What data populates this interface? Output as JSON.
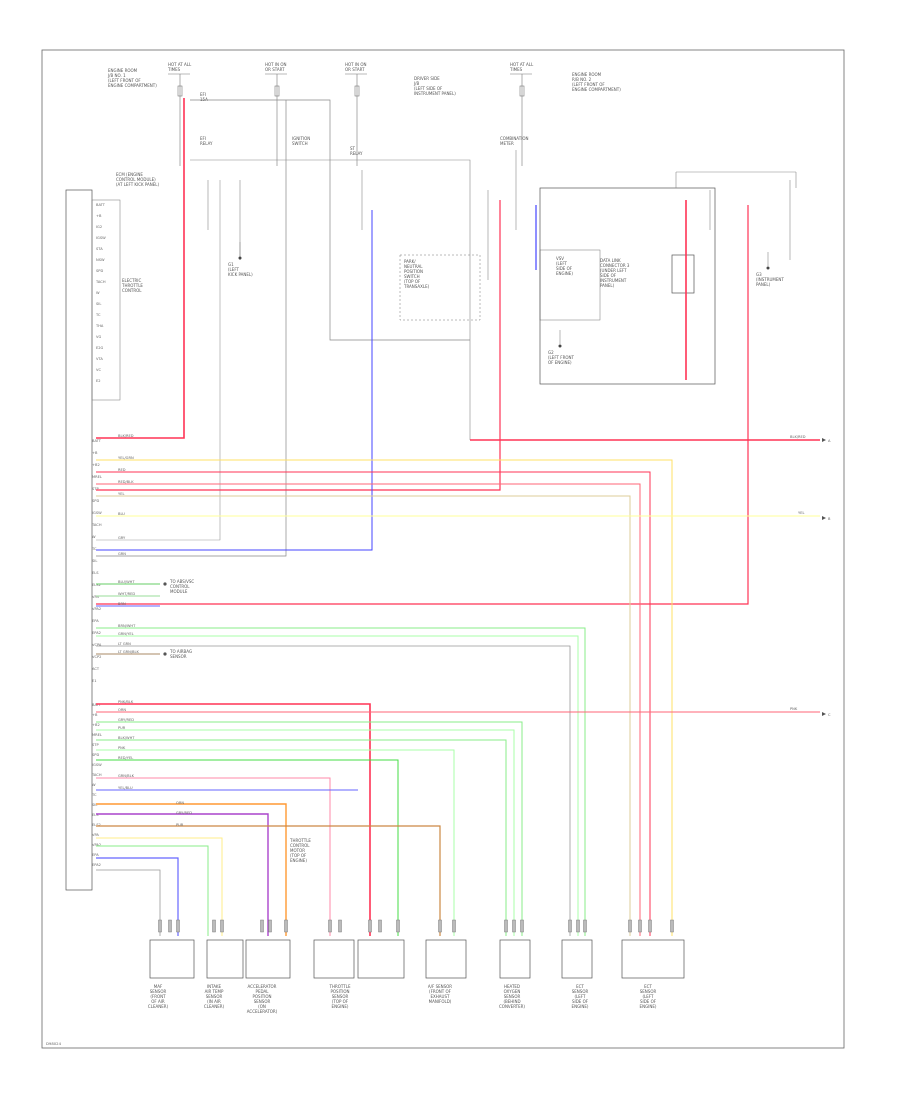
{
  "diagram": {
    "ecm_label": [
      "ECM (ENGINE",
      "CONTROL MODULE)",
      "(AT LEFT KICK PANEL)"
    ],
    "ecm_pins": [
      "BATT",
      "+B",
      "+B2",
      "MREL",
      "STP",
      "SPD",
      "IGSW",
      "TACH",
      "W",
      "TC",
      "SIL",
      "ELS",
      "ELS2",
      "VPA",
      "VPA2",
      "EPA",
      "EPA2",
      "VCPA",
      "VCP2",
      "ACT",
      "E1"
    ],
    "top_pins": [
      "BATT",
      "+B",
      "IG2",
      "IGSW",
      "STA",
      "NSW",
      "SPD",
      "TACH",
      "W",
      "SIL",
      "TC",
      "THA",
      "VG",
      "E2G",
      "VTA",
      "VC",
      "E2"
    ],
    "ecm_right_text": [
      "ELECTRIC",
      "THROTTLE",
      "CONTROL"
    ],
    "fuse_boxes": [
      {
        "id": "fb1",
        "lines": [
          "HOT AT ALL",
          "TIMES"
        ]
      },
      {
        "id": "fb2",
        "lines": [
          "HOT IN ON",
          "OR START"
        ]
      },
      {
        "id": "fb3",
        "lines": [
          "HOT IN ON",
          "OR START"
        ]
      },
      {
        "id": "fb4",
        "lines": [
          "HOT AT ALL",
          "TIMES"
        ]
      }
    ],
    "fuse_notes": [
      [
        "ENGINE ROOM",
        "J/B NO. 1",
        "(LEFT FRONT OF",
        "ENGINE COMPARTMENT)"
      ],
      [
        "EFI",
        "15A"
      ],
      [
        "DRIVER SIDE",
        "J/B",
        "(LEFT SIDE OF",
        "INSTRUMENT PANEL)"
      ],
      [
        "ENGINE ROOM",
        "R/B NO. 2",
        "(LEFT FRONT OF",
        "ENGINE COMPARTMENT)"
      ]
    ],
    "relays": [
      {
        "id": "efi-relay",
        "lines": [
          "EFI",
          "RELAY"
        ]
      },
      {
        "id": "ign-relay",
        "lines": [
          "IGNITION",
          "SWITCH"
        ]
      },
      {
        "id": "st-relay",
        "lines": [
          "ST",
          "RELAY"
        ]
      },
      {
        "id": "comb-meter",
        "lines": [
          "COMBINATION",
          "METER"
        ]
      }
    ],
    "mid_blocks": [
      {
        "id": "park-neutral",
        "lines": [
          "PARK/",
          "NEUTRAL",
          "POSITION",
          "SWITCH",
          "(TOP OF",
          "TRANSAXLE)"
        ]
      },
      {
        "id": "vsv",
        "lines": [
          "VSV",
          "(LEFT",
          "SIDE OF",
          "ENGINE)"
        ]
      },
      {
        "id": "dlc",
        "lines": [
          "DATA LINK",
          "CONNECTOR 3",
          "(UNDER LEFT",
          "SIDE OF",
          "INSTRUMENT",
          "PANEL)"
        ]
      }
    ],
    "ground_labels": [
      [
        "G1",
        "(LEFT",
        "KICK PANEL)"
      ],
      [
        "G2",
        "(LEFT FRONT",
        "OF ENGINE)"
      ],
      [
        "G3",
        "(INSTRUMENT",
        "PANEL)"
      ]
    ],
    "wire_labels": [
      "BLK/RED",
      "YEL/GRN",
      "RED",
      "RED/BLK",
      "YEL",
      "BLU",
      "GRY",
      "GRN",
      "BLU/WHT",
      "WHT/RED",
      "BRN",
      "BRN/WHT",
      "GRN/YEL",
      "LT GRN",
      "LT GRN/BLK",
      "PNK/BLK",
      "ORN",
      "GRY/RED",
      "PUR",
      "BLK/WHT",
      "PNK",
      "RED/YEL",
      "GRN/BLK",
      "YEL/BLU"
    ],
    "side_notes": [
      [
        "TO ABS/VSC",
        "CONTROL",
        "MODULE"
      ],
      [
        "TO AIRBAG",
        "SENSOR"
      ]
    ],
    "inline_note": [
      "THROTTLE",
      "CONTROL",
      "MOTOR",
      "(TOP OF",
      "ENGINE)"
    ],
    "arrows": [
      "A",
      "B",
      "C"
    ],
    "components": [
      {
        "id": "comp-1",
        "lines": [
          "MAF",
          "SENSOR",
          "(FRONT",
          "OF AIR",
          "CLEANER)"
        ]
      },
      {
        "id": "comp-2",
        "lines": [
          "INTAKE",
          "AIR TEMP",
          "SENSOR",
          "(IN AIR",
          "CLEANER)"
        ]
      },
      {
        "id": "comp-3",
        "lines": [
          "ACCELERATOR",
          "PEDAL",
          "POSITION",
          "SENSOR",
          "(ON",
          "ACCELERATOR)"
        ]
      },
      {
        "id": "comp-4",
        "lines": [
          "THROTTLE",
          "POSITION",
          "SENSOR",
          "(TOP OF",
          "ENGINE)"
        ]
      },
      {
        "id": "comp-5",
        "lines": [
          "A/F SENSOR",
          "(FRONT OF",
          "EXHAUST",
          "MANIFOLD)"
        ]
      },
      {
        "id": "comp-6",
        "lines": [
          "HEATED",
          "OXYGEN",
          "SENSOR",
          "(BEHIND",
          "CONVERTER)"
        ]
      },
      {
        "id": "comp-7",
        "lines": [
          "ECT",
          "SENSOR",
          "(LEFT",
          "SIDE OF",
          "ENGINE)"
        ]
      }
    ],
    "footer_code": "D98024"
  }
}
